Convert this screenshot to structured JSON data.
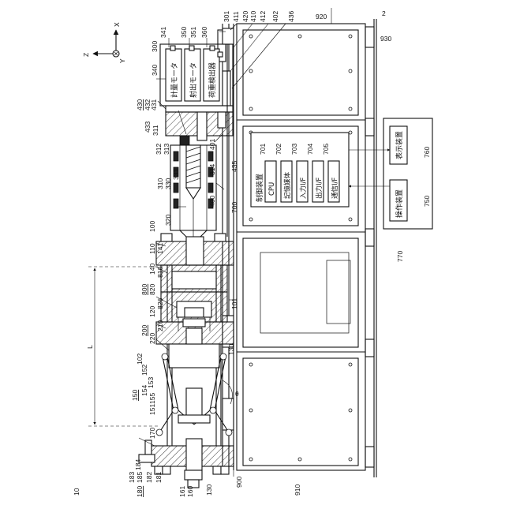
{
  "figure": {
    "ref_10": "10",
    "axes": {
      "x": "X",
      "y": "Y",
      "z": "Z"
    }
  },
  "labels": {
    "L": "L",
    "theta": "θ",
    "n2": "2",
    "n100": "100",
    "n101": "101",
    "n102": "102",
    "n110": "110",
    "n120": "120",
    "n130": "130",
    "n140": "140",
    "n141": "141",
    "n150": "150",
    "n151": "151",
    "n152": "152",
    "n153": "153",
    "n154": "154",
    "n155": "155",
    "n160": "160",
    "n161": "161",
    "n170": "170",
    "n180": "180",
    "n181": "181",
    "n182": "182",
    "n183": "183",
    "n184": "184",
    "n185": "185",
    "n200": "200",
    "n210": "210",
    "n220": "220",
    "n300": "300",
    "n301": "301",
    "n310": "310",
    "n311": "311",
    "n312": "312",
    "n313": "313",
    "n314": "314",
    "n320": "320",
    "n330": "330",
    "n331": "331",
    "n340": "340",
    "n341": "341",
    "n350": "350",
    "n351": "351",
    "n360": "360",
    "n400": "400",
    "n401": "401",
    "n402": "402",
    "n410": "410",
    "n411": "411",
    "n412": "412",
    "n420": "420",
    "n430": "430",
    "n431": "431",
    "n432": "432",
    "n433": "433",
    "n435": "435",
    "n436": "436",
    "n700": "700",
    "n701": "701",
    "n702": "702",
    "n703": "703",
    "n704": "704",
    "n705": "705",
    "n750": "750",
    "n760": "760",
    "n770": "770",
    "n800": "800",
    "n810": "810",
    "n820": "820",
    "n826": "826",
    "n900": "900",
    "n910": "910",
    "n920": "920",
    "n930": "930"
  },
  "boxes": {
    "metering_motor": "計量モータ",
    "injection_motor": "射出モータ",
    "load_detector": "荷重検出器",
    "control_device": "制御装置",
    "cpu": "CPU",
    "storage_medium": "記憶媒体",
    "input_if": "入力I/F",
    "output_if": "出力I/F",
    "comm_if": "通信I/F",
    "display_device": "表示装置",
    "operation_device": "操作装置"
  }
}
